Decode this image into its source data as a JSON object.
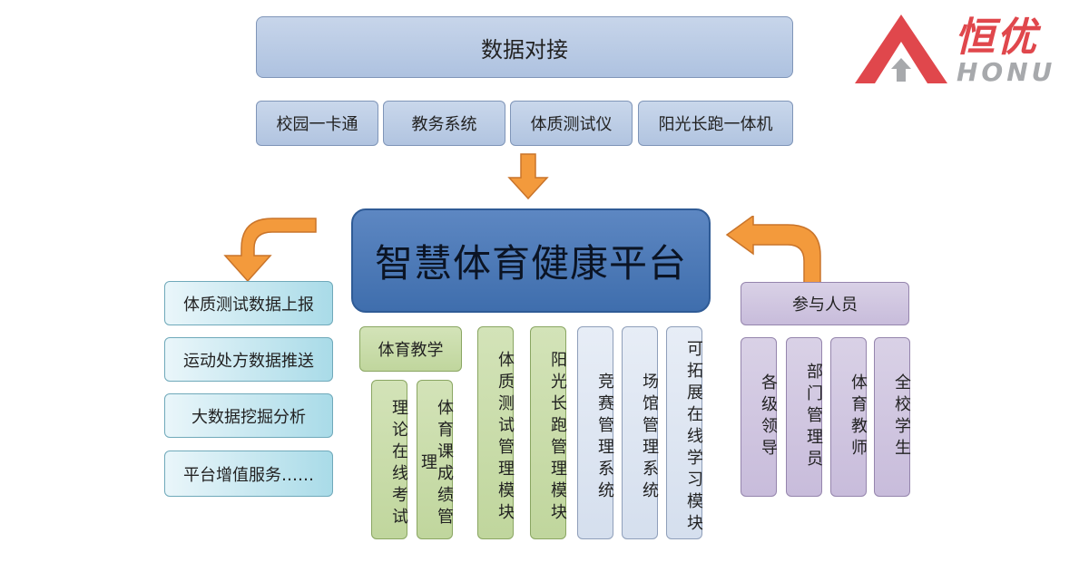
{
  "top": {
    "title": "数据对接"
  },
  "sources": [
    "校园一卡通",
    "教务系统",
    "体质测试仪",
    "阳光长跑一体机"
  ],
  "core": {
    "title": "智慧体育健康平台"
  },
  "outputs": [
    "体质测试数据上报",
    "运动处方数据推送",
    "大数据挖掘分析",
    "平台增值服务……"
  ],
  "teaching": {
    "title": "体育教学",
    "items": [
      "理论在线考试",
      "体育课成绩管理"
    ]
  },
  "modules_green": [
    "体质测试管理模块",
    "阳光长跑管理模块"
  ],
  "modules_blue": [
    "竞赛管理系统",
    "场馆管理系统",
    "可拓展在线学习模块"
  ],
  "participants": {
    "title": "参与人员",
    "items": [
      "各级领导",
      "部门管理员",
      "体育教师",
      "全校学生"
    ]
  },
  "logo": {
    "brand_cn": "恒优",
    "brand_en": "HONU"
  },
  "colors": {
    "accent_orange": "#f39a3c",
    "logo_red": "#e0474c",
    "logo_gray": "#a7a9ac"
  }
}
